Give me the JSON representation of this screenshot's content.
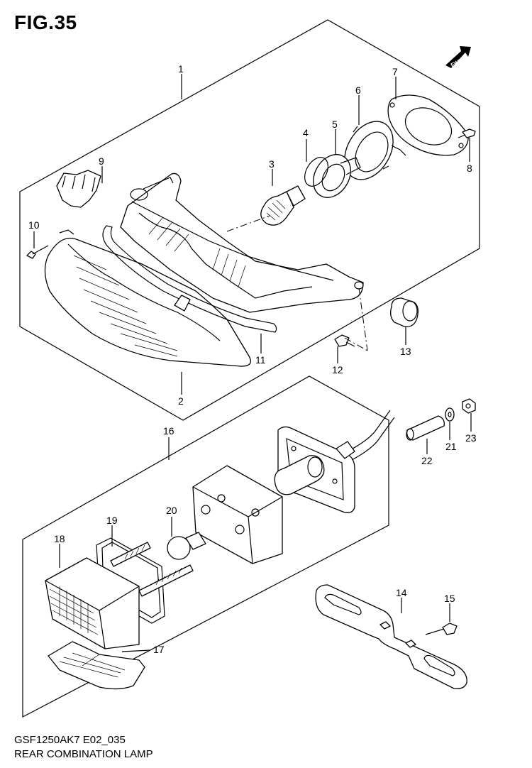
{
  "figure": {
    "number_label": "FIG.35",
    "model_code": "GSF1250AK7 E02_035",
    "assembly_name": "REAR COMBINATION LAMP"
  },
  "direction_marker": {
    "label": "FWD"
  },
  "callouts": {
    "c1": "1",
    "c2": "2",
    "c3": "3",
    "c4": "4",
    "c5": "5",
    "c6": "6",
    "c7": "7",
    "c8": "8",
    "c9": "9",
    "c10": "10",
    "c11": "11",
    "c12": "12",
    "c13": "13",
    "c14": "14",
    "c15": "15",
    "c16": "16",
    "c17": "17",
    "c18": "18",
    "c19": "19",
    "c20": "20",
    "c21": "21",
    "c22": "22",
    "c23": "23"
  }
}
